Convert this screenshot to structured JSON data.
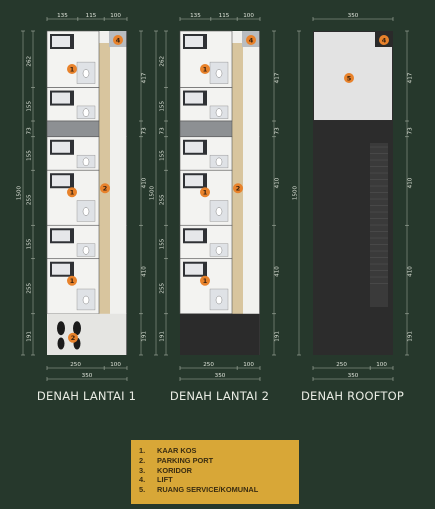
{
  "colors": {
    "background": "#26382c",
    "badge": "#e8822b",
    "legend_bg": "#d8a737",
    "wood": "#d8c59e"
  },
  "plans": [
    {
      "title": "DENAH LANTAI 1",
      "top_dims": [
        "135",
        "115",
        "100"
      ],
      "left_dims": [
        "262",
        "155",
        "73",
        "155",
        "255",
        "155",
        "255",
        "191"
      ],
      "center_left_dim": "1500",
      "right_dims": [
        "417",
        "73",
        "410",
        "410",
        "191"
      ],
      "bottom_dims": [
        "250",
        "100"
      ],
      "bottom_total": "350",
      "badges": [
        "4",
        "1",
        "1",
        "2",
        "1",
        "2"
      ]
    },
    {
      "title": "DENAH LANTAI 2",
      "top_dims": [
        "135",
        "115",
        "100"
      ],
      "left_dims": [
        "262",
        "155",
        "73",
        "155",
        "255",
        "155",
        "255",
        "191"
      ],
      "center_left_dim": "1500",
      "right_dims": [
        "417",
        "73",
        "410",
        "410",
        "191"
      ],
      "bottom_dims": [
        "250",
        "100"
      ],
      "bottom_total": "350",
      "badges": [
        "4",
        "1",
        "1",
        "2",
        "1"
      ]
    },
    {
      "title": "DENAH ROOFTOP",
      "top_dims": [
        "350"
      ],
      "left_dims": [],
      "center_left_dim": "1500",
      "right_dims": [
        "417",
        "73",
        "410",
        "410",
        "191"
      ],
      "bottom_dims": [
        "250",
        "100"
      ],
      "bottom_total": "350",
      "badges": [
        "4",
        "5"
      ]
    }
  ],
  "legend": [
    {
      "num": "1.",
      "label": "KAAR KOS"
    },
    {
      "num": "2.",
      "label": "PARKING PORT"
    },
    {
      "num": "3.",
      "label": "KORIDOR"
    },
    {
      "num": "4.",
      "label": "LIFT"
    },
    {
      "num": "5.",
      "label": "RUANG SERVICE/KOMUNAL"
    }
  ]
}
